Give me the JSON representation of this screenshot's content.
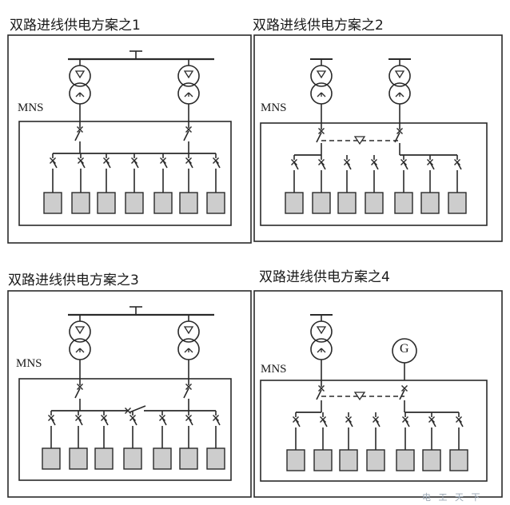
{
  "panels": [
    {
      "title": "双路进线供电方案之1",
      "mns_label": "MNS"
    },
    {
      "title": "双路进线供电方案之2",
      "mns_label": "MNS"
    },
    {
      "title": "双路进线供电方案之3",
      "mns_label": "MNS"
    },
    {
      "title": "双路进线供电方案之4",
      "mns_label": "MNS"
    }
  ],
  "generator_label": "G",
  "watermark": "电 工 天 下"
}
